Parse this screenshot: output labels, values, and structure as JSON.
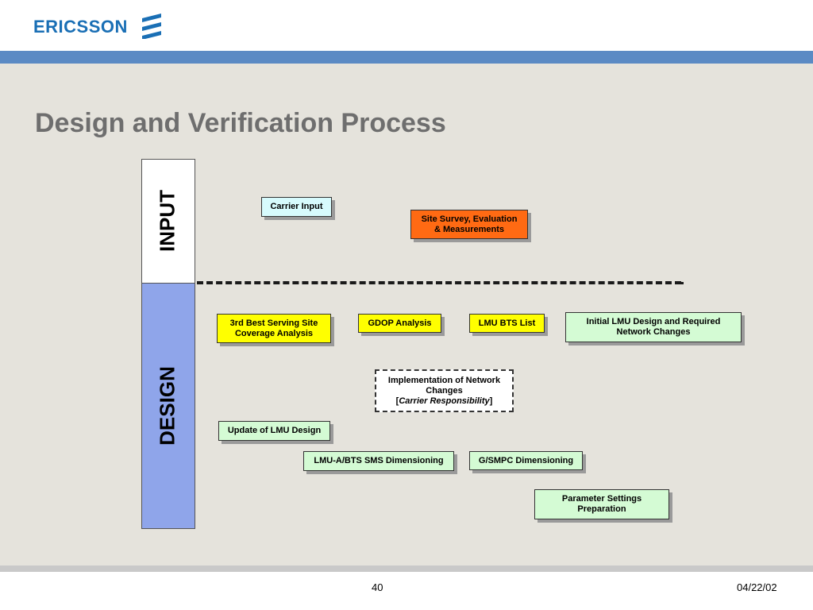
{
  "header": {
    "logo_text": "ERICSSON"
  },
  "slide": {
    "title": "Design and Verification Process"
  },
  "phases": {
    "input": "INPUT",
    "design": "DESIGN"
  },
  "boxes": {
    "carrier_input": "Carrier Input",
    "site_survey": [
      "Site Survey, Evaluation",
      "& Measurements"
    ],
    "best_serving": [
      "3rd Best Serving Site",
      "Coverage Analysis"
    ],
    "gdop": "GDOP Analysis",
    "lmu_bts_list": "LMU BTS List",
    "initial_lmu": [
      "Initial LMU Design and Required",
      "Network Changes"
    ],
    "implementation": {
      "line1": "Implementation of Network",
      "line2": "Changes",
      "open": "[",
      "emph": "Carrier Responsibility",
      "close": "]"
    },
    "update_lmu": "Update of LMU Design",
    "lmu_a_bts": "LMU-A/BTS SMS Dimensioning",
    "g_smpc": "G/SMPC Dimensioning",
    "parameter": [
      "Parameter Settings",
      "Preparation"
    ]
  },
  "colors": {
    "cyan": "#d7fbfd",
    "orange": "#ff6a13",
    "yellow": "#ffff00",
    "green": "#d4fbd4",
    "design_band": "#8fa5ea",
    "top_bar": "#5b8ac4",
    "brand": "#1a6fb5"
  },
  "footer": {
    "page": "40",
    "date": "04/22/02"
  }
}
